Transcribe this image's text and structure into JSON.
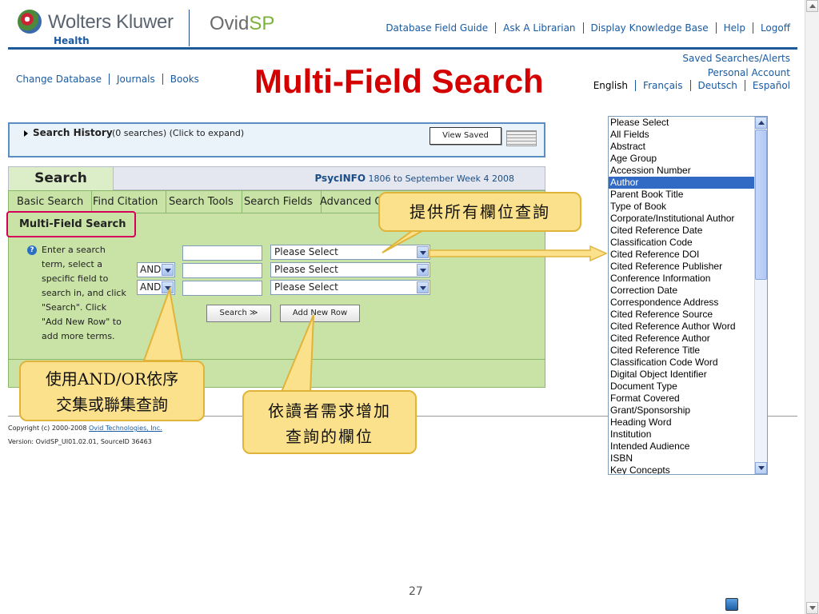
{
  "header": {
    "brand": "Wolters Kluwer",
    "brand_sub": "Health",
    "product": "Ovid",
    "product_suffix": "SP",
    "top_links": [
      "Database Field Guide",
      "Ask A Librarian",
      "Display Knowledge Base",
      "Help",
      "Logoff"
    ],
    "left_links": [
      "Change Database",
      "Journals",
      "Books"
    ],
    "right_links": [
      "Saved Searches/Alerts",
      "Personal Account"
    ],
    "languages": [
      "English",
      "Français",
      "Deutsch",
      "Español"
    ],
    "active_language": "English"
  },
  "page_title": "Multi-Field Search",
  "history": {
    "label": "Search History",
    "count_text": "(0 searches) (Click to expand)",
    "view_saved": "View Saved"
  },
  "search": {
    "tab_label": "Search",
    "database": "PsycINFO",
    "database_range": "1806 to September Week 4 2008",
    "nav_tabs": [
      "Basic Search",
      "Find Citation",
      "Search Tools",
      "Search Fields",
      "Advanced O"
    ],
    "active_subtab": "Multi-Field Search",
    "help_text": "Enter a search term, select a specific field to search in, and click \"Search\". Click \"Add New Row\" to add more terms.",
    "rows": [
      {
        "operator": "",
        "term": "",
        "field": "Please Select"
      },
      {
        "operator": "AND",
        "term": "",
        "field": "Please Select"
      },
      {
        "operator": "AND",
        "term": "",
        "field": "Please Select"
      }
    ],
    "search_button": "Search ≫",
    "add_row_button": "Add New Row"
  },
  "footer": {
    "copyright_prefix": "Copyright (c) 2000-2008",
    "copyright_link": "Ovid Technologies, Inc.",
    "version": "Version: OvidSP_UI01.02.01, SourceID 36463",
    "page_number": "27"
  },
  "field_list": {
    "selected": "Author",
    "items": [
      "Please Select",
      "All Fields",
      "Abstract",
      "Age Group",
      "Accession Number",
      "Author",
      "Parent Book Title",
      "Type of Book",
      "Corporate/Institutional Author",
      "Cited Reference Date",
      "Classification Code",
      "Cited Reference DOI",
      "Cited Reference Publisher",
      "Conference Information",
      "Correction Date",
      "Correspondence Address",
      "Cited Reference Source",
      "Cited Reference Author Word",
      "Cited Reference Author",
      "Cited Reference Title",
      "Classification Code Word",
      "Digital Object Identifier",
      "Document Type",
      "Format Covered",
      "Grant/Sponsorship",
      "Heading Word",
      "Institution",
      "Intended Audience",
      "ISBN",
      "Key Concepts"
    ]
  },
  "callouts": {
    "all_fields": "提供所有欄位查詢",
    "and_or_line1": "使用AND/OR依序",
    "and_or_line2": "交集或聯集查詢",
    "add_row_line1": "依讀者需求增加",
    "add_row_line2": "查詢的欄位"
  },
  "colors": {
    "title_red": "#d40000",
    "link_blue": "#1a5aa0",
    "panel_green": "#c9e3a6",
    "callout_yellow": "#fce18c",
    "highlight_magenta": "#d4005a",
    "list_selected": "#316ac5"
  }
}
